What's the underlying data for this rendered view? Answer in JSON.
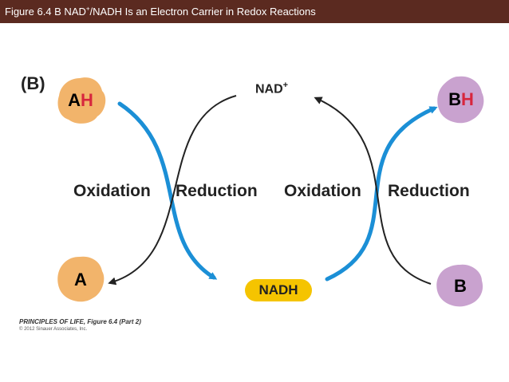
{
  "title": {
    "prefix": "Figure 6.4 B  NAD",
    "superscript": "+",
    "suffix": "/NADH Is an Electron Carrier in Redox Reactions"
  },
  "panel_label": "(B)",
  "molecules": {
    "ah": {
      "base": "A",
      "h": "H"
    },
    "a": {
      "base": "A"
    },
    "bh": {
      "base": "B",
      "h": "H"
    },
    "b": {
      "base": "B"
    },
    "nad_plus": {
      "base": "NAD",
      "sup": "+"
    },
    "nadh": "NADH"
  },
  "labels": {
    "oxidation_left": "Oxidation",
    "reduction_left": "Reduction",
    "oxidation_right": "Oxidation",
    "reduction_right": "Reduction"
  },
  "credit": "PRINCIPLES OF LIFE, Figure 6.4 (Part 2)",
  "copyright": "© 2012 Sinauer Associates, Inc.",
  "colors": {
    "title_bar": "#5b2a20",
    "blue_arrow": "#1b8fd6",
    "black_arrow": "#222222",
    "ah_blob": "#f2b46b",
    "bh_blob": "#c9a2cf",
    "nadh_pill": "#f5c400",
    "h_accent": "#d7263d"
  }
}
